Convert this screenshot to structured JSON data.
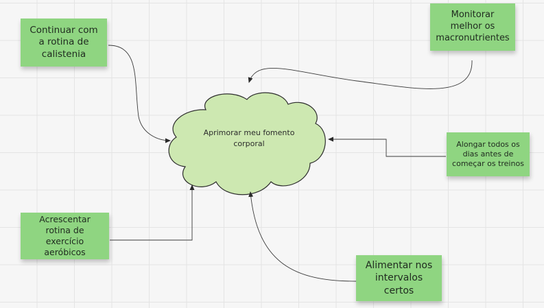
{
  "colors": {
    "note": "#8fd581",
    "cloud_fill": "#cde8b1",
    "cloud_stroke": "#2d2d2d",
    "connector": "#3a3a3a"
  },
  "central_idea": {
    "shape": "cloud",
    "text": "Aprimorar meu fomento corporal"
  },
  "notes": {
    "calistenia": "Continuar com a rotina de calistenia",
    "macronutrientes": "Monitorar melhor os macronutrientes",
    "alongar": "Alongar todos os dias antes de começar os treinos",
    "aerobicos": "Acrescentar rotina de exercício aeróbicos",
    "alimentar": "Alimentar nos intervalos certos"
  }
}
